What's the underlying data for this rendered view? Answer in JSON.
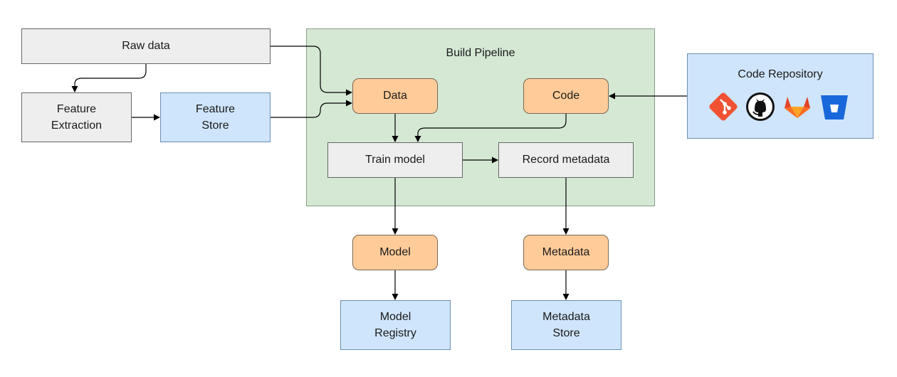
{
  "nodes": {
    "raw_data": "Raw data",
    "feature_extraction": "Feature\nExtraction",
    "feature_store": "Feature\nStore",
    "data": "Data",
    "code": "Code",
    "train_model": "Train model",
    "record_metadata": "Record metadata",
    "model": "Model",
    "metadata": "Metadata",
    "model_registry": "Model\nRegistry",
    "metadata_store": "Metadata\nStore"
  },
  "groups": {
    "build_pipeline": "Build Pipeline",
    "code_repository": "Code Repository"
  },
  "repo_logos": [
    "git-icon",
    "github-icon",
    "gitlab-icon",
    "bitbucket-icon"
  ],
  "colors": {
    "pipeline_fill": "#d5e8d4",
    "store_fill": "#cfe5fb",
    "artifact_fill": "#ffcc99",
    "step_fill": "#eeeeee"
  }
}
